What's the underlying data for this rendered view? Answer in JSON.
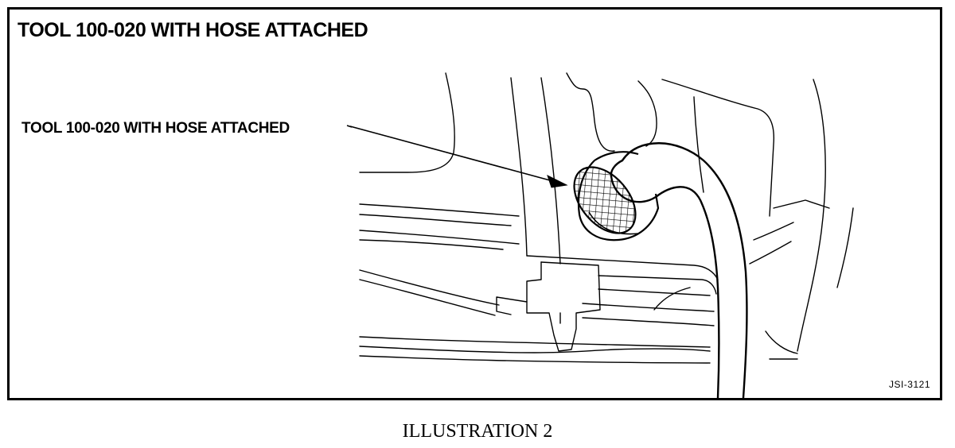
{
  "figure": {
    "title": "TOOL 100-020 WITH HOSE ATTACHED",
    "callout_label": "TOOL 100-020 WITH HOSE ATTACHED",
    "figure_code": "JSI-3121"
  },
  "caption": "ILLUSTRATION 2"
}
